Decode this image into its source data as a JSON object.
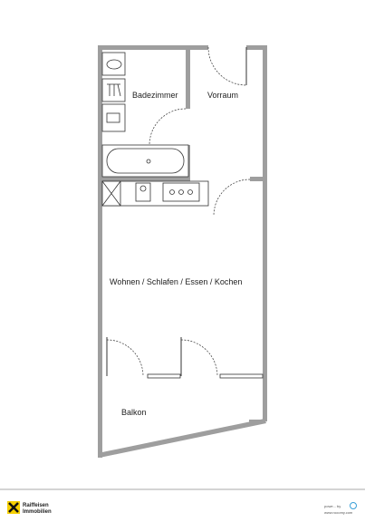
{
  "rooms": {
    "badezimmer": "Badezimmer",
    "vorraum": "Vorraum",
    "wohnen": "Wohnen / Schlafen / Essen / Kochen",
    "balkon": "Balkon"
  },
  "footer": {
    "brand_line1": "Raiffeisen",
    "brand_line2": "Immobilien",
    "credit_line1": "powe... by",
    "credit_line2": "www.rooomy.com"
  },
  "colors": {
    "wall": "#9e9e9e",
    "fixture_stroke": "#333333",
    "brand_yellow": "#f6d000",
    "brand_black": "#111111",
    "credit_blue": "#3aa0d8"
  }
}
